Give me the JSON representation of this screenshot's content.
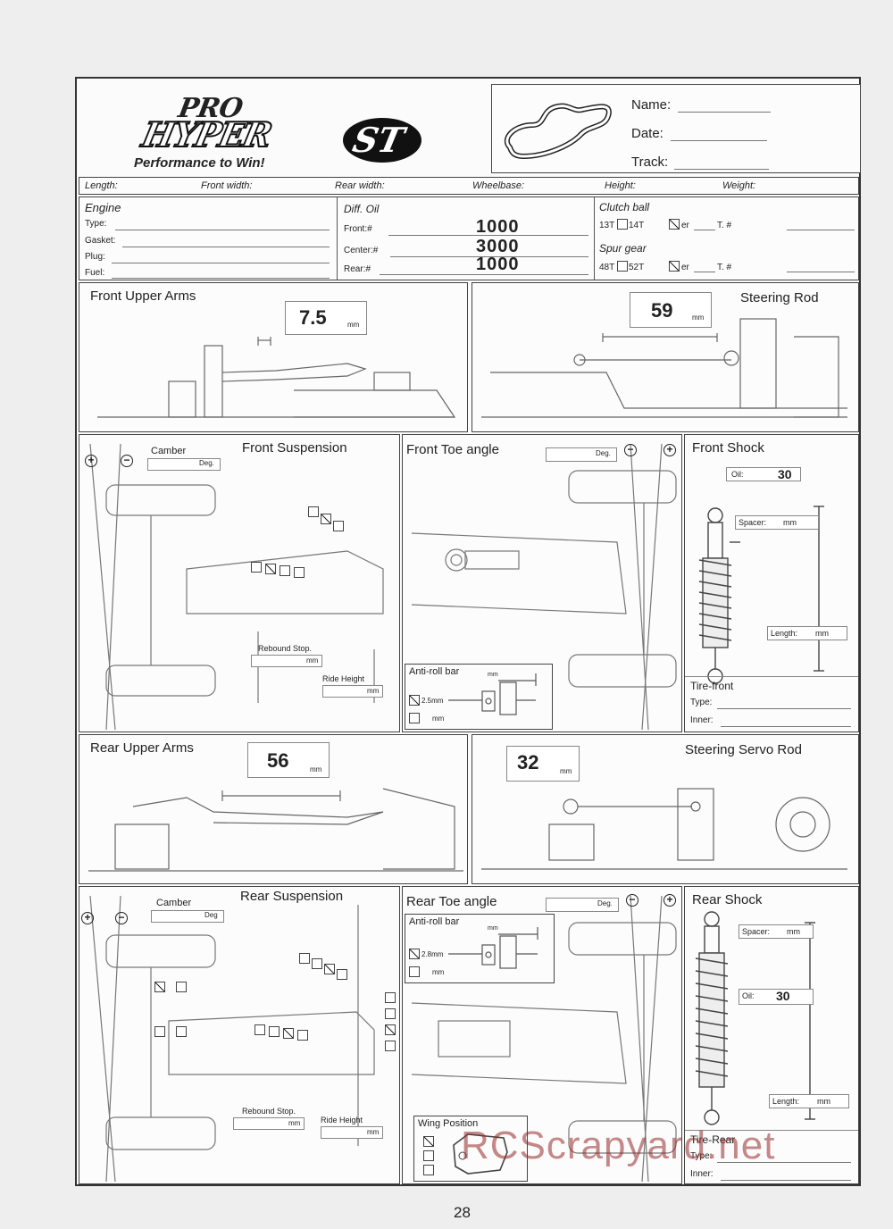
{
  "header": {
    "logo": {
      "line1": "PRO",
      "line2": "HYPER",
      "badge": "ST",
      "slogan": "Performance to Win!"
    },
    "name_label": "Name:",
    "date_label": "Date:",
    "track_label": "Track:"
  },
  "dims_row": [
    "Length:",
    "Front width:",
    "Rear width:",
    "Wheelbase:",
    "Height:",
    "Weight:"
  ],
  "engine": {
    "title": "Engine",
    "fields": [
      "Type:",
      "Gasket:",
      "Plug:",
      "Fuel:"
    ]
  },
  "diff_oil": {
    "title": "Diff. Oil",
    "front_label": "Front:#",
    "front_value": "1000",
    "center_label": "Center:#",
    "center_value": "3000",
    "rear_label": "Rear:#",
    "rear_value": "1000"
  },
  "clutch": {
    "title": "Clutch ball",
    "opts1": [
      "13T",
      "14T",
      "er",
      "T. #"
    ],
    "spur_title": "Spur gear",
    "opts2": [
      "48T",
      "52T",
      "er",
      "T. #"
    ]
  },
  "front_upper_arms": {
    "title": "Front Upper Arms",
    "value": "7.5",
    "unit": "mm"
  },
  "steering_rod": {
    "title": "Steering Rod",
    "value": "59",
    "unit": "mm"
  },
  "front_suspension": {
    "title": "Front Suspension",
    "camber": "Camber",
    "deg": "Deg.",
    "rebound": "Rebound Stop.",
    "rebound_unit": "mm",
    "ride_height": "Ride Height",
    "ride_unit": "mm"
  },
  "front_toe": {
    "title": "Front Toe angle",
    "deg": "Deg.",
    "antiroll": "Anti-roll bar",
    "ar_unit": "mm",
    "ar_opt1": "2.5mm",
    "ar_opt2": "mm"
  },
  "front_shock": {
    "title": "Front Shock",
    "oil_label": "Oil:",
    "oil_value": "30",
    "spacer": "Spacer:",
    "spacer_unit": "mm",
    "length": "Length:",
    "length_unit": "mm",
    "tire_title": "Tire-front",
    "tire_type": "Type:",
    "tire_inner": "Inner:"
  },
  "rear_upper_arms": {
    "title": "Rear Upper Arms",
    "value": "56",
    "unit": "mm"
  },
  "steering_servo_rod": {
    "title": "Steering Servo Rod",
    "value": "32",
    "unit": "mm"
  },
  "rear_suspension": {
    "title": "Rear Suspension",
    "camber": "Camber",
    "deg": "Deg",
    "rebound": "Rebound Stop.",
    "rebound_unit": "mm",
    "ride_height": "Ride Height",
    "ride_unit": "mm"
  },
  "rear_toe": {
    "title": "Rear Toe angle",
    "deg": "Deg.",
    "antiroll": "Anti-roll bar",
    "ar_unit": "mm",
    "ar_opt1": "2.8mm",
    "ar_opt2": "mm",
    "wing": "Wing Position"
  },
  "rear_shock": {
    "title": "Rear Shock",
    "oil_label": "Oil:",
    "oil_value": "30",
    "spacer": "Spacer:",
    "spacer_unit": "mm",
    "length": "Length:",
    "length_unit": "mm",
    "tire_title": "Tire-Rear",
    "tire_type": "Type:",
    "tire_inner": "Inner:"
  },
  "watermark": "RCScrapyard.net",
  "page_number": "28"
}
